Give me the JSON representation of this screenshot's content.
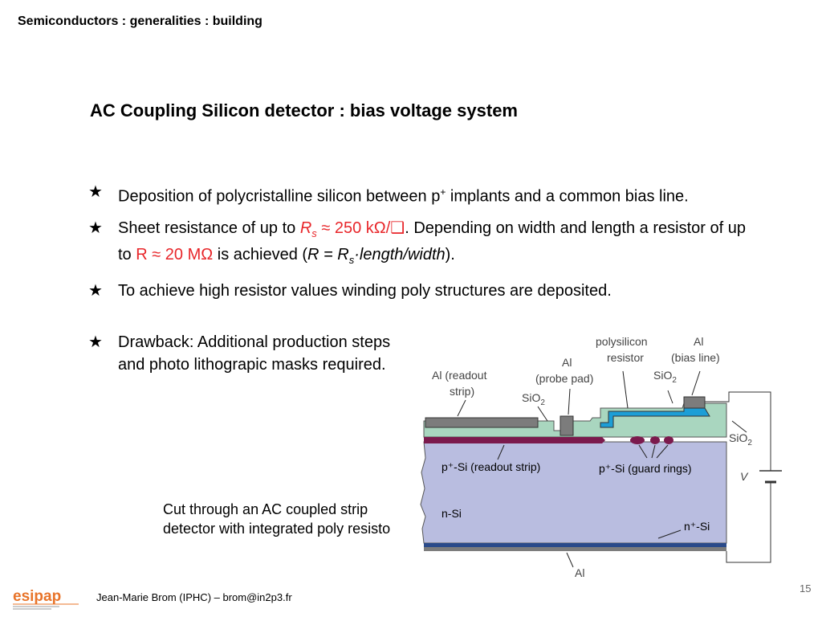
{
  "header": {
    "breadcrumb": "Semiconductors : generalities : building"
  },
  "title": "AC Coupling  Silicon detector : bias voltage system",
  "bullets": [
    {
      "text_main": "Deposition of polycristalline silicon between p",
      "sup": "+",
      "text_after": " implants and a common bias line."
    },
    {
      "part1": "Sheet resistance of up to ",
      "red1_sym": "R",
      "red1_sub": "s",
      "red1_rest": " ≈ 250 kΩ/❑",
      "part2": ". Depending on width and length a resistor of up to ",
      "red2": "R ≈ 20 MΩ",
      "part3": " is achieved (",
      "formula_r": "R = R",
      "formula_sub": "s",
      "formula_rest": "·length/width",
      "part4": ")."
    },
    {
      "text": "To achieve high resistor values winding poly structures are deposited."
    }
  ],
  "drawback": {
    "text": "Drawback: Additional production steps and photo lithograpic masks required."
  },
  "star_glyph": "★",
  "figure": {
    "caption": "Cut through an AC coupled strip\ndetector with integrated poly resisto",
    "labels": {
      "al_readout_1": "Al (readout",
      "al_readout_2": "strip)",
      "al_probe_1": "Al",
      "al_probe_2": "(probe pad)",
      "sio2_a": "SiO",
      "sio2_sub": "2",
      "poly_1": "polysilicon",
      "poly_2": "resistor",
      "al_bias_1": "Al",
      "al_bias_2": "(bias line)",
      "sio2_b": "SiO",
      "sio2_c": "SiO",
      "p_readout": "p⁺-Si (readout strip)",
      "p_guard": "p⁺-Si (guard rings)",
      "n_si": "n-Si",
      "n_plus": "n⁺-Si",
      "v": "V",
      "al_bottom": "Al"
    },
    "colors": {
      "bulk": "#b9bde0",
      "oxide": "#a9d6bf",
      "metal": "#7c7c7c",
      "poly": "#1c9ed6",
      "p_implant": "#7b1a4d",
      "n_plus": "#2a4a8a"
    }
  },
  "footer": {
    "author": "Jean-Marie Brom (IPHC) – brom@in2p3.fr",
    "page": "15",
    "logo_text": "esipap"
  }
}
